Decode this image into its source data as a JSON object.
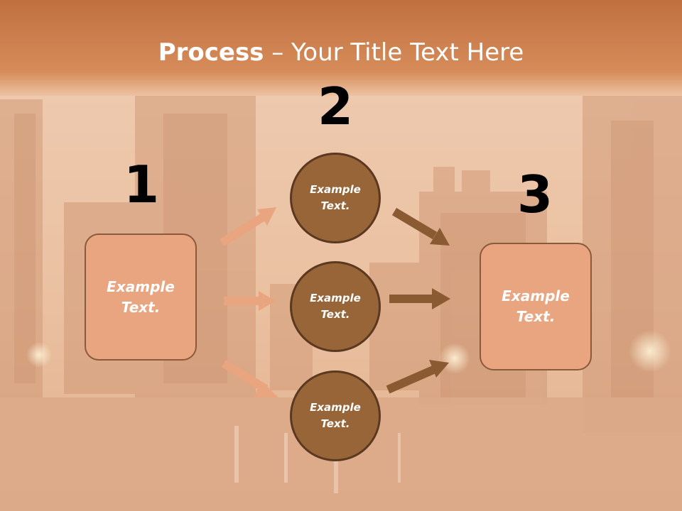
{
  "title": {
    "bold": "Process",
    "rest": " – Your Title Text Here"
  },
  "numbers": {
    "n1": "1",
    "n2": "2",
    "n3": "3"
  },
  "left_box": {
    "line1": "Example",
    "line2": "Text."
  },
  "right_box": {
    "line1": "Example",
    "line2": "Text."
  },
  "circles": [
    {
      "line1": "Example",
      "line2": "Text."
    },
    {
      "line1": "Example",
      "line2": "Text."
    },
    {
      "line1": "Example",
      "line2": "Text."
    }
  ],
  "colors": {
    "header": "#cd8350",
    "box": "#e9a57f",
    "circle": "#986538",
    "arrow_light": "#e9a57f",
    "arrow_dark": "#8a5a32"
  }
}
